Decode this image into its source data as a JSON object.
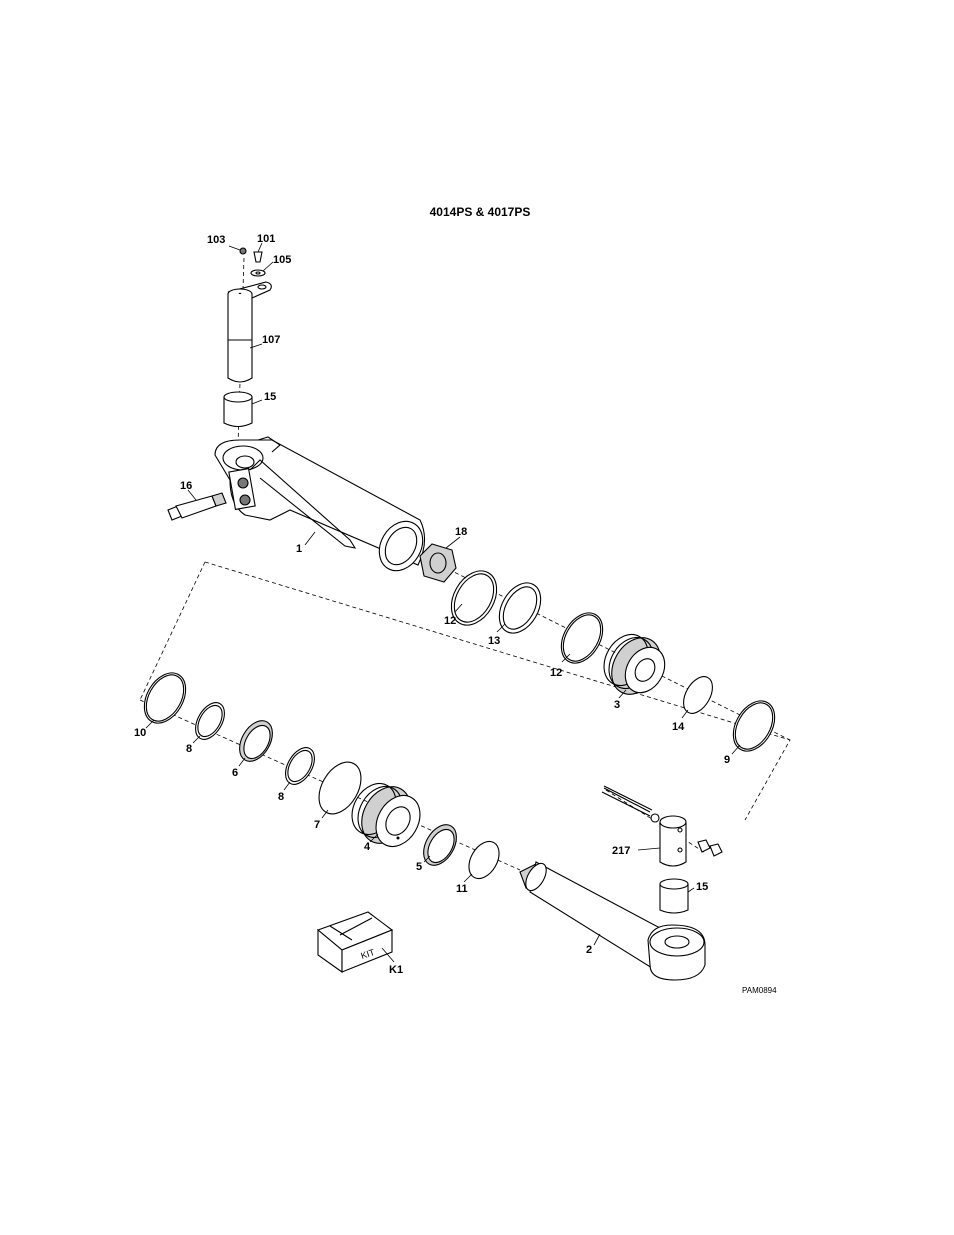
{
  "title": "4014PS & 4017PS",
  "drawing_number": "PAM0894",
  "kit_box_text": "KIT",
  "callouts": {
    "c103": "103",
    "c101": "101",
    "c105": "105",
    "c107": "107",
    "c15a": "15",
    "c16": "16",
    "c1": "1",
    "c18": "18",
    "c12a": "12",
    "c13": "13",
    "c12b": "12",
    "c3": "3",
    "c14": "14",
    "c9": "9",
    "c10": "10",
    "c8a": "8",
    "c6": "6",
    "c8b": "8",
    "c7": "7",
    "c4": "4",
    "c5": "5",
    "c11": "11",
    "c217": "217",
    "c15b": "15",
    "c2": "2",
    "cK1": "K1"
  }
}
